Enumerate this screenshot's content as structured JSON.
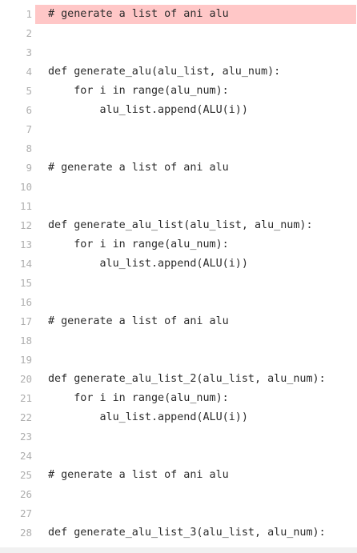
{
  "editor": {
    "highlight_line": 1,
    "lines": [
      {
        "num": "1",
        "text": "# generate a list of ani alu"
      },
      {
        "num": "2",
        "text": ""
      },
      {
        "num": "3",
        "text": ""
      },
      {
        "num": "4",
        "text": "def generate_alu(alu_list, alu_num):"
      },
      {
        "num": "5",
        "text": "    for i in range(alu_num):"
      },
      {
        "num": "6",
        "text": "        alu_list.append(ALU(i))"
      },
      {
        "num": "7",
        "text": ""
      },
      {
        "num": "8",
        "text": ""
      },
      {
        "num": "9",
        "text": "# generate a list of ani alu"
      },
      {
        "num": "10",
        "text": ""
      },
      {
        "num": "11",
        "text": ""
      },
      {
        "num": "12",
        "text": "def generate_alu_list(alu_list, alu_num):"
      },
      {
        "num": "13",
        "text": "    for i in range(alu_num):"
      },
      {
        "num": "14",
        "text": "        alu_list.append(ALU(i))"
      },
      {
        "num": "15",
        "text": ""
      },
      {
        "num": "16",
        "text": ""
      },
      {
        "num": "17",
        "text": "# generate a list of ani alu"
      },
      {
        "num": "18",
        "text": ""
      },
      {
        "num": "19",
        "text": ""
      },
      {
        "num": "20",
        "text": "def generate_alu_list_2(alu_list, alu_num):"
      },
      {
        "num": "21",
        "text": "    for i in range(alu_num):"
      },
      {
        "num": "22",
        "text": "        alu_list.append(ALU(i))"
      },
      {
        "num": "23",
        "text": ""
      },
      {
        "num": "24",
        "text": ""
      },
      {
        "num": "25",
        "text": "# generate a list of ani alu"
      },
      {
        "num": "26",
        "text": ""
      },
      {
        "num": "27",
        "text": ""
      },
      {
        "num": "28",
        "text": "def generate_alu_list_3(alu_list, alu_num):"
      }
    ]
  },
  "colors": {
    "highlight": "#ffc7c7",
    "line_number": "#aeaeae",
    "code_text": "#2b2b2b",
    "background": "#ffffff"
  }
}
